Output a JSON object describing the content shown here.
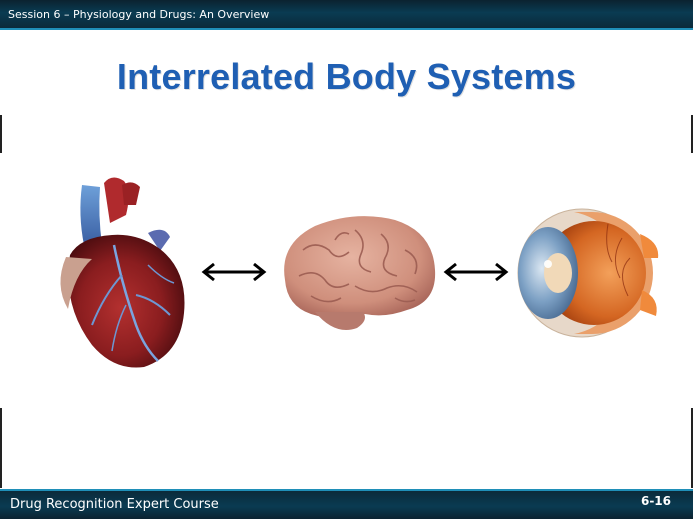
{
  "header": {
    "text": "Session 6 – Physiology and Drugs: An Overview"
  },
  "slide": {
    "title": "Interrelated Body Systems",
    "illustrations": [
      "heart-illustration",
      "brain-illustration",
      "eye-illustration"
    ],
    "arrows": [
      "double-arrow",
      "double-arrow"
    ]
  },
  "footer": {
    "course": "Drug Recognition Expert Course",
    "page": "6-16"
  },
  "colors": {
    "title": "#1f5fb3",
    "bar": "#0a3b52",
    "bar_accent": "#1f8fb8"
  }
}
